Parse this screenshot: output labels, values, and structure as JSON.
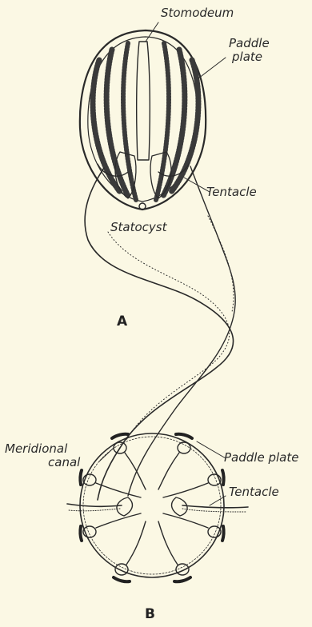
{
  "figure_a": {
    "letter": "A",
    "labels": {
      "stomodeum": "Stomodeum",
      "paddle_plate_line1": "Paddle",
      "paddle_plate_line2": "plate",
      "tentacle": "Tentacle",
      "statocyst": "Statocyst"
    }
  },
  "figure_b": {
    "letter": "B",
    "labels": {
      "meridional_canal_line1": "Meridional",
      "meridional_canal_line2": "canal",
      "paddle_plate": "Paddle plate",
      "tentacle": "Tentacle"
    }
  },
  "colors": {
    "background": "#fbf8e4",
    "ink": "#2a2a2a"
  }
}
